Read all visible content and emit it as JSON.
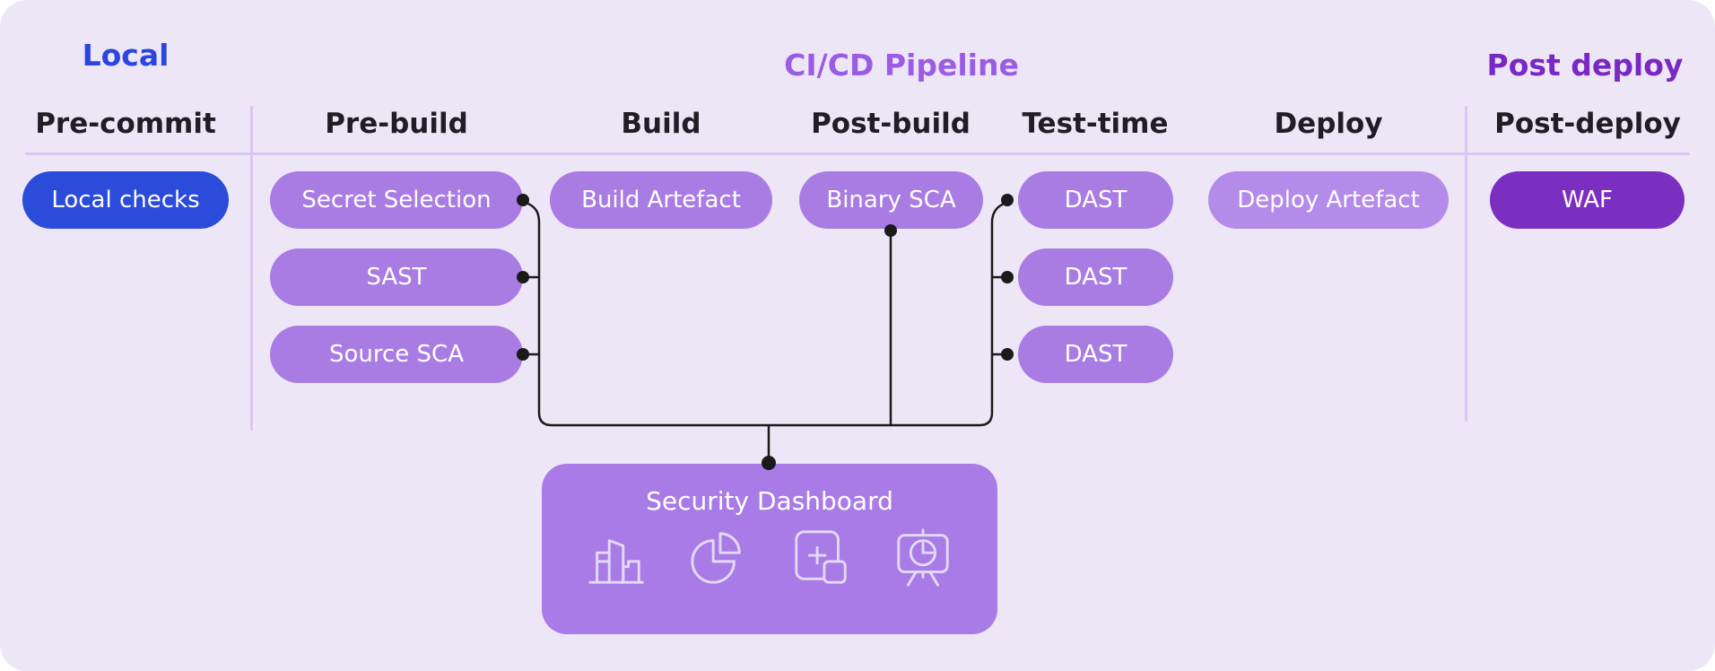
{
  "sections": {
    "local": {
      "title": "Local"
    },
    "cicd": {
      "title": "CI/CD Pipeline"
    },
    "post_deploy": {
      "title": "Post deploy"
    }
  },
  "columns": [
    {
      "header": "Pre-commit",
      "items": [
        "Local checks"
      ]
    },
    {
      "header": "Pre-build",
      "items": [
        "Secret Selection",
        "SAST",
        "Source SCA"
      ]
    },
    {
      "header": "Build",
      "items": [
        "Build Artefact"
      ]
    },
    {
      "header": "Post-build",
      "items": [
        "Binary SCA"
      ]
    },
    {
      "header": "Test-time",
      "items": [
        "DAST",
        "DAST",
        "DAST"
      ]
    },
    {
      "header": "Deploy",
      "items": [
        "Deploy Artefact"
      ]
    },
    {
      "header": "Post-deploy",
      "items": [
        "WAF"
      ]
    }
  ],
  "dashboard": {
    "title": "Security Dashboard",
    "icons": [
      "bar-chart-icon",
      "pie-chart-icon",
      "widgets-icon",
      "presentation-chart-icon"
    ]
  },
  "colors": {
    "page_bg": "#FFFFFF",
    "canvas_bg": "#EDE6F7",
    "pill_purple": "#A97CE3",
    "pill_blue": "#2B4BDB",
    "pill_light_purple": "#B48BE9",
    "pill_dark_purple": "#7B2FC0",
    "dashboard_purple": "#A87BE6",
    "title_blue": "#2B46DF",
    "title_purple": "#9A5CE4",
    "title_dark_purple": "#7928C4",
    "header_text": "#201D26",
    "connector": "#1A1A1A",
    "separator": "#DAC7F0",
    "icon_stroke": "#E4D9F6",
    "pill_text": "#FFFFFF"
  }
}
